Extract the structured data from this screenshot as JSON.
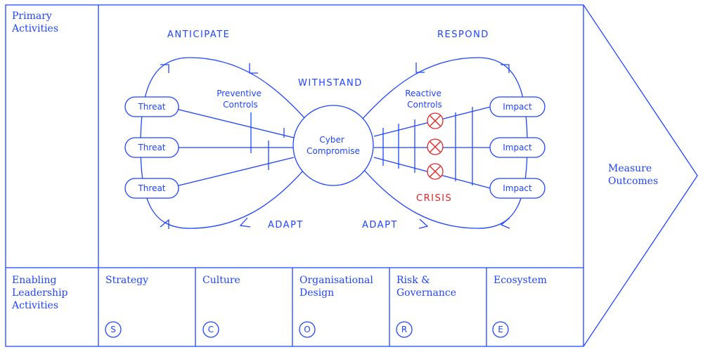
{
  "colors": {
    "primary": "#1f44ff",
    "crisis": "#e02424",
    "background": "#ffffff"
  },
  "labels": {
    "primary_activities": [
      "Primary",
      "Activities"
    ],
    "enabling_activities": [
      "Enabling",
      "Leadership",
      "Activities"
    ],
    "measure_outcomes": [
      "Measure",
      "Outcomes"
    ]
  },
  "stages": {
    "anticipate": "ANTICIPATE",
    "respond": "RESPOND",
    "withstand": "WITHSTAND",
    "adapt_left": "ADAPT",
    "adapt_right": "ADAPT",
    "crisis": "CRISIS"
  },
  "controls": {
    "preventive": [
      "Preventive",
      "Controls"
    ],
    "reactive": [
      "Reactive",
      "Controls"
    ]
  },
  "center": [
    "Cyber",
    "Compromise"
  ],
  "threats": [
    "Threat",
    "Threat",
    "Threat"
  ],
  "impacts": [
    "Impact",
    "Impact",
    "Impact"
  ],
  "enablers": [
    {
      "title": [
        "Strategy"
      ],
      "letter": "S"
    },
    {
      "title": [
        "Culture"
      ],
      "letter": "C"
    },
    {
      "title": [
        "Organisational",
        "Design"
      ],
      "letter": "O"
    },
    {
      "title": [
        "Risk &",
        "Governance"
      ],
      "letter": "R"
    },
    {
      "title": [
        "Ecosystem"
      ],
      "letter": "E"
    }
  ]
}
